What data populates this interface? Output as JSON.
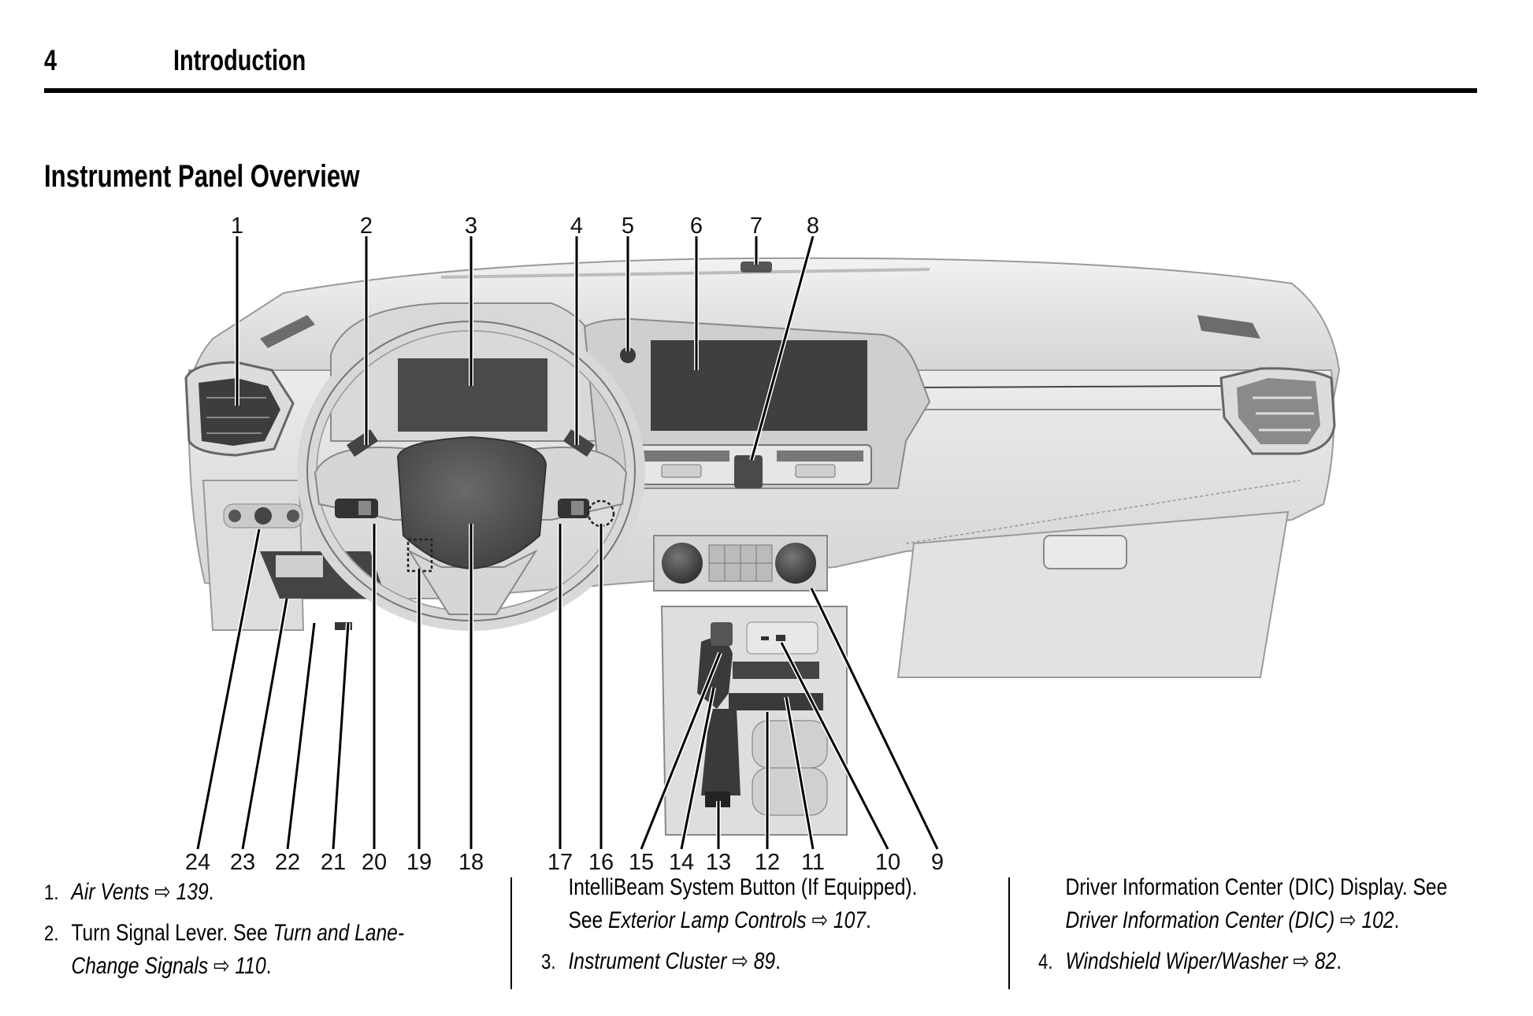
{
  "header": {
    "page_number": "4",
    "section_title": "Introduction"
  },
  "page_heading": "Instrument Panel Overview",
  "diagram": {
    "top_callouts": [
      "1",
      "2",
      "3",
      "4",
      "5",
      "6",
      "7",
      "8"
    ],
    "bottom_callouts": [
      "24",
      "23",
      "22",
      "21",
      "20",
      "19",
      "18",
      "17",
      "16",
      "15",
      "14",
      "13",
      "12",
      "11",
      "10",
      "9"
    ],
    "colors": {
      "dash_light": "#e6e6e6",
      "dash_mid": "#c8c8c8",
      "screen": "#555555",
      "dark": "#3a3a3a",
      "leader": "#000000"
    }
  },
  "ref_icon": "page-reference-arrow-icon",
  "legend": {
    "col1": [
      {
        "number": "1.",
        "parts": [
          {
            "text": "Air Vents",
            "italic": true
          },
          {
            "text": " ⇨ ",
            "italic": false
          },
          {
            "text": "139",
            "italic": true
          },
          {
            "text": ".",
            "italic": false
          }
        ]
      },
      {
        "number": "2.",
        "line1": "Turn Signal Lever. See ",
        "line1_italic": "Turn and Lane-",
        "line2_italic": "Change Signals",
        "arrow": " ⇨ ",
        "page": "110",
        "end": "."
      }
    ],
    "col2": [
      {
        "number": "",
        "line1": "IntelliBeam System Button (If Equipped).",
        "line2": "See ",
        "line2_italic": "Exterior Lamp Controls",
        "arrow": " ⇨ ",
        "page": "107",
        "end": "."
      },
      {
        "number": "3.",
        "italic": "Instrument Cluster",
        "arrow": " ⇨ ",
        "page": "89",
        "end": "."
      }
    ],
    "col3": [
      {
        "number": "",
        "line1": "Driver Information Center (DIC) Display. See",
        "line2_italic": "Driver Information Center (DIC)",
        "arrow": " ⇨ ",
        "page": "102",
        "end": "."
      },
      {
        "number": "4.",
        "italic": "Windshield Wiper/Washer",
        "arrow": " ⇨ ",
        "page": "82",
        "end": "."
      }
    ]
  }
}
